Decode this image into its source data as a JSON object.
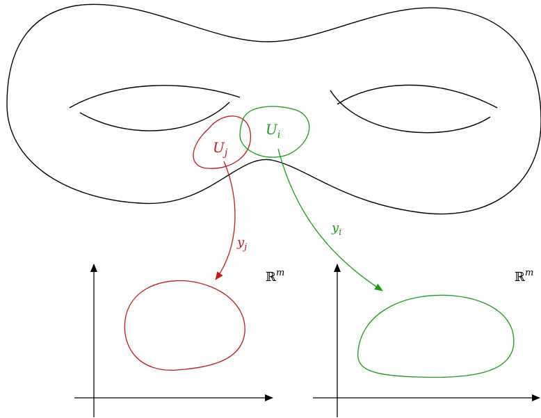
{
  "labels": {
    "u_j_base": "U",
    "u_j_sub": "j",
    "u_i_base": "U",
    "u_i_sub": "i",
    "y_j_base": "y",
    "y_j_sub": "j",
    "y_i_base": "y",
    "y_i_sub": "i",
    "rm_left_base": "ℝ",
    "rm_left_sup": "m",
    "rm_right_base": "ℝ",
    "rm_right_sup": "m"
  },
  "colors": {
    "outline": "#000000",
    "chart_j": "#c0181c",
    "chart_i": "#1a9a1a"
  }
}
